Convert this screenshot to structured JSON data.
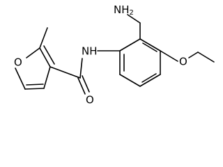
{
  "structure": {
    "atoms": {
      "amine": {
        "symbol": "N",
        "hydrogens": "H",
        "hydrogen_count": "2"
      },
      "amide_nh": {
        "label": "NH"
      },
      "carbonyl_oxygen": {
        "label": "O"
      },
      "ether_oxygen": {
        "label": "O"
      },
      "furan_oxygen": {
        "label": "O"
      }
    },
    "colors": {
      "bond": "#000000",
      "label": "#000000",
      "background": "#ffffff"
    }
  }
}
